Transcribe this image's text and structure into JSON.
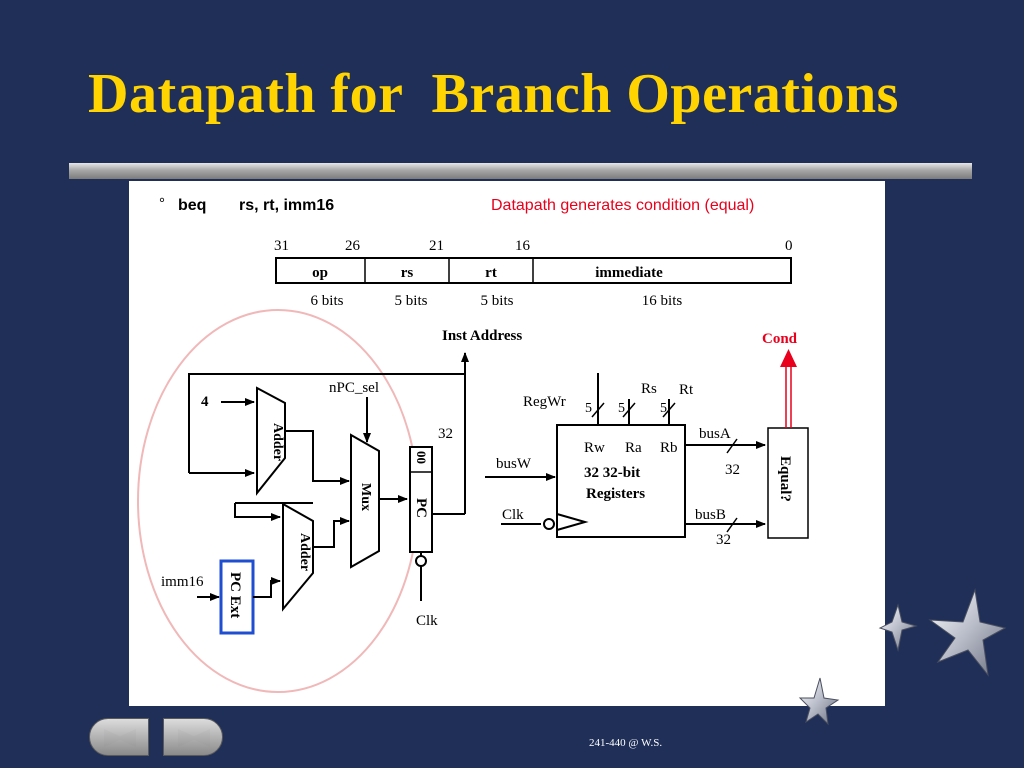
{
  "slide": {
    "title": "Datapath for  Branch Operations",
    "footer": "241-440 @ W.S."
  },
  "instruction": {
    "bullet": "°",
    "opcode": "beq",
    "operands": "rs, rt, imm16",
    "note": "Datapath generates condition (equal)",
    "bit_positions": [
      "31",
      "26",
      "21",
      "16",
      "0"
    ],
    "fields": [
      {
        "name": "op",
        "bits": "6 bits"
      },
      {
        "name": "rs",
        "bits": "5 bits"
      },
      {
        "name": "rt",
        "bits": "5 bits"
      },
      {
        "name": "immediate",
        "bits": "16 bits"
      }
    ]
  },
  "diagram": {
    "const_four": "4",
    "adder_label": "Adder",
    "mux_label": "Mux",
    "npc_sel": "nPC_sel",
    "imm16": "imm16",
    "pc_ext": "PC Ext",
    "pc_label": "PC",
    "pc_low_bits": "00",
    "inst_address": "Inst Address",
    "width_32": "32",
    "clk": "Clk",
    "regwr": "RegWr",
    "rs": "Rs",
    "rt": "Rt",
    "five": "5",
    "rw": "Rw",
    "ra": "Ra",
    "rb": "Rb",
    "reg_line1": "32 32-bit",
    "reg_line2": "Registers",
    "busw": "busW",
    "busa": "busA",
    "busb": "busB",
    "equal": "Equal?",
    "cond": "Cond",
    "colors": {
      "cond_red": "#e8001c",
      "pc_ext_blue": "#1f4fd1",
      "ellipse_pink": "#f0b8b8",
      "title_yellow": "#ffd400"
    }
  },
  "navigation": {
    "prev": "previous-slide",
    "next": "next-slide"
  }
}
